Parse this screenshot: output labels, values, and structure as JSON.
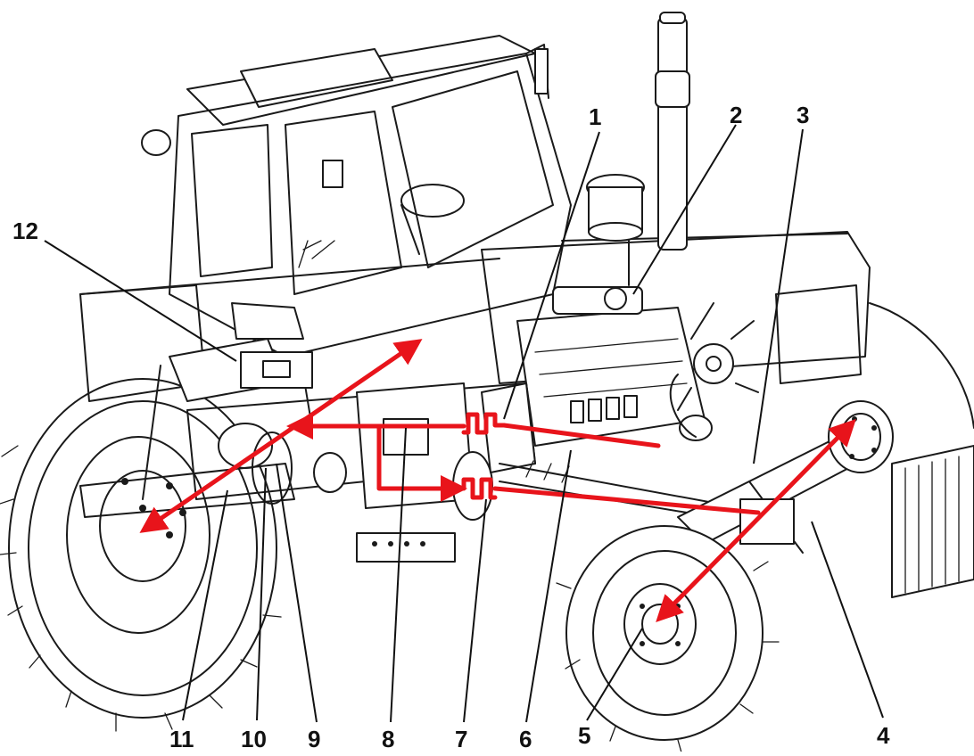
{
  "diagram": {
    "callouts": [
      {
        "id": "1",
        "label": "1"
      },
      {
        "id": "2",
        "label": "2"
      },
      {
        "id": "3",
        "label": "3"
      },
      {
        "id": "4",
        "label": "4"
      },
      {
        "id": "5",
        "label": "5"
      },
      {
        "id": "6",
        "label": "6"
      },
      {
        "id": "7",
        "label": "7"
      },
      {
        "id": "8",
        "label": "8"
      },
      {
        "id": "9",
        "label": "9"
      },
      {
        "id": "10",
        "label": "10"
      },
      {
        "id": "11",
        "label": "11"
      },
      {
        "id": "12",
        "label": "12"
      }
    ],
    "colors": {
      "line_art": "#1a1a1a",
      "power_flow": "#e8141b",
      "background": "#ffffff"
    }
  }
}
